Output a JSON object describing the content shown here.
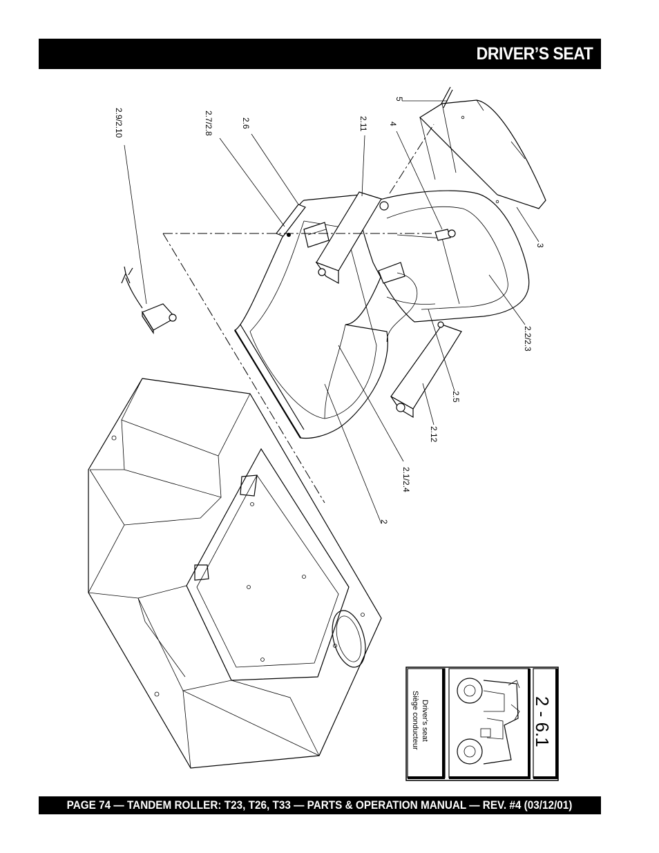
{
  "header": {
    "title": "DRIVER’S SEAT"
  },
  "footer": {
    "text": "PAGE 74 — TANDEM ROLLER: T23, T26, T33 — PARTS & OPERATION MANUAL — REV. #4 (03/12/01)"
  },
  "diagram": {
    "callouts": [
      "2.9/2.10",
      "2.7/2.8",
      "2.6",
      "2.11",
      "4",
      "5",
      "3",
      "2.2/2.3",
      "2.5",
      "2.12",
      "2.1/2.4",
      "2"
    ]
  },
  "reference_box": {
    "code": "2 - 6.1",
    "caption_line1": "Driver's seat",
    "caption_line2": "Siège conducteur"
  }
}
